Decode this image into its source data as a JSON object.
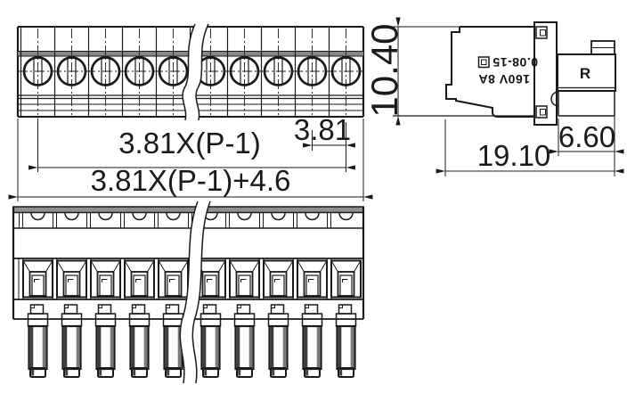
{
  "views": {
    "top": {
      "dim_pitch_span": "3.81X(P-1)",
      "dim_pitch": "3.81",
      "dim_overall": "3.81X(P-1)+4.6"
    },
    "side": {
      "dim_height": "10.40",
      "dim_depth": "19.10",
      "dim_plug_depth": "6.60",
      "plug_label": "R",
      "marking": {
        "line1": "160V 8A",
        "line2": "0.08-15",
        "icon": "square-certification-icon"
      }
    },
    "colors": {
      "line": "#1a1a1a",
      "band_gray": "#888888",
      "funnel_gray": "#e2e2e2",
      "pin_dark": "#3f3f3f",
      "background": "#ffffff"
    }
  }
}
